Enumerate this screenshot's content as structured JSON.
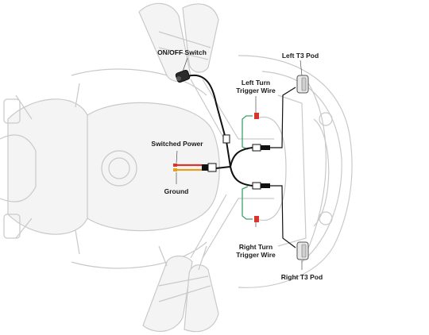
{
  "labels": {
    "on_off_switch": "ON/OFF Switch",
    "left_t3_pod": "Left T3 Pod",
    "left_turn_line1": "Left Turn",
    "left_turn_line2": "Trigger Wire",
    "switched_power": "Switched Power",
    "ground": "Ground",
    "right_turn_line1": "Right Turn",
    "right_turn_line2": "Trigger Wire",
    "right_t3_pod": "Right T3 Pod"
  },
  "colors": {
    "harness": "#111111",
    "trigger_wire": "#3aa36a",
    "power_wire": "#d9362b",
    "ground_wire": "#e0a020",
    "outline": "#c9c9c9"
  }
}
